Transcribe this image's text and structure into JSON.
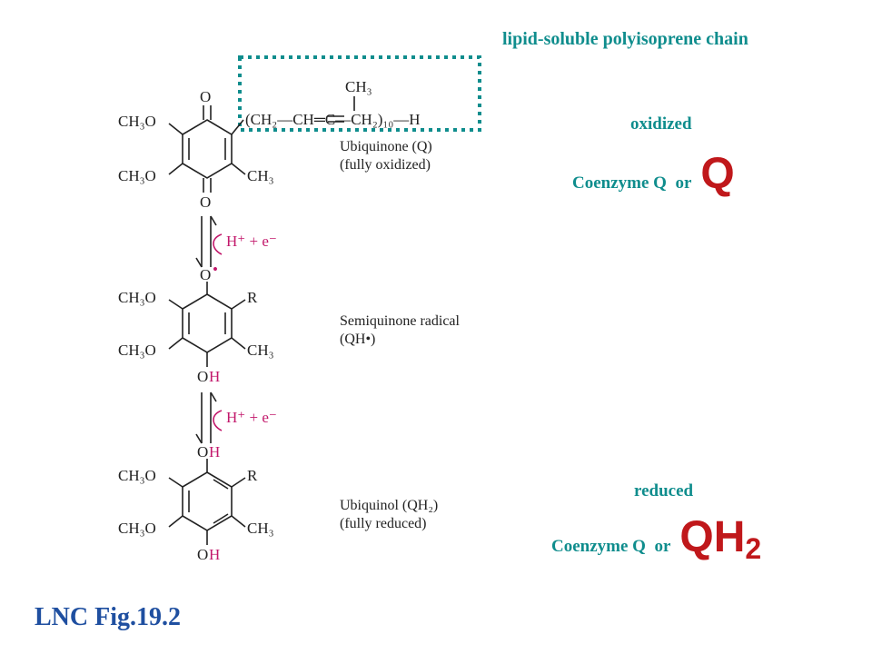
{
  "annotations": {
    "chain_label": "lipid-soluble polyisoprene chain",
    "oxidized": "oxidized",
    "reduced": "reduced",
    "coenzyme_or_1": "Coenzyme Q  or",
    "q_big": "Q",
    "coenzyme_or_2": "Coenzyme Q  or",
    "qh_big": "QH",
    "qh_sub": "2",
    "figure_ref": "LNC Fig.19.2"
  },
  "structures": {
    "ubiquinone": {
      "name": "Ubiquinone (Q)",
      "note": "(fully oxidized)",
      "chain": "(CH₂—CH═C—CH₂)₁₀—H",
      "ch3_top": "CH₃",
      "o_top": "O",
      "o_bottom": "O",
      "left_upper": "CH₃O",
      "left_lower": "CH₃O",
      "right_lower": "CH₃"
    },
    "semiquinone": {
      "name": "Semiquinone radical",
      "note": "(QH•)",
      "o_top": "O",
      "radical": "•",
      "bottom_o": "O",
      "bottom_h": "H",
      "left_upper": "CH₃O",
      "left_lower": "CH₃O",
      "right_upper": "R",
      "right_lower": "CH₃"
    },
    "ubiquinol": {
      "name": "Ubiquinol (QH₂)",
      "note": "(fully reduced)",
      "top_o": "O",
      "top_h": "H",
      "bottom_o": "O",
      "bottom_h": "H",
      "left_upper": "CH₃O",
      "left_lower": "CH₃O",
      "right_upper": "R",
      "right_lower": "CH₃"
    }
  },
  "steps": [
    {
      "label": "H⁺ + e⁻"
    },
    {
      "label": "H⁺ + e⁻"
    }
  ],
  "colors": {
    "teal": "#0f8d8d",
    "red": "#c0181b",
    "blue": "#1f4fa0",
    "magenta": "#c2186b"
  }
}
